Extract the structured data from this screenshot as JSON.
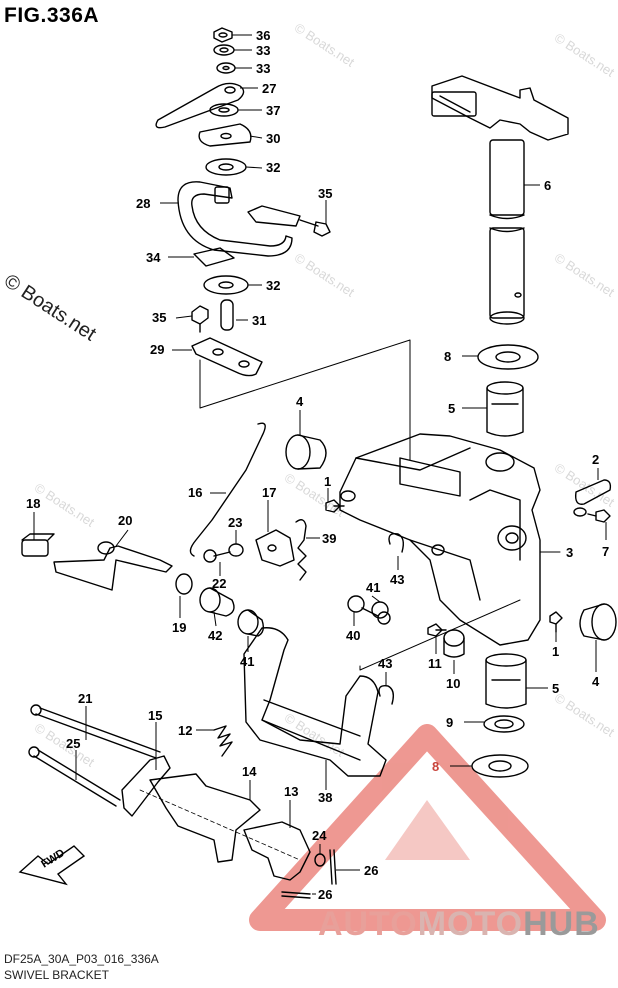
{
  "header": {
    "title": "FIG.336A"
  },
  "footer": {
    "code": "DF25A_30A_P03_016_336A",
    "name": "SWIVEL BRACKET"
  },
  "copyright": "© Boats.net",
  "watermark_text": "© Boats.net",
  "brand": {
    "part1": "AUTO",
    "part2": "MOTO",
    "part3": "HUB",
    "color_main": "#e8766d",
    "color_light": "#f2b6b1"
  },
  "fwd_label": "FWD",
  "callouts": [
    "36",
    "33",
    "33",
    "27",
    "37",
    "30",
    "32",
    "28",
    "35",
    "34",
    "32",
    "35",
    "31",
    "29",
    "6",
    "8",
    "5",
    "4",
    "16",
    "1",
    "18",
    "17",
    "20",
    "23",
    "39",
    "2",
    "7",
    "3",
    "22",
    "43",
    "41",
    "19",
    "42",
    "40",
    "41",
    "11",
    "1",
    "10",
    "4",
    "43",
    "5",
    "21",
    "15",
    "12",
    "9",
    "8",
    "25",
    "14",
    "38",
    "13",
    "24",
    "26",
    "26"
  ]
}
